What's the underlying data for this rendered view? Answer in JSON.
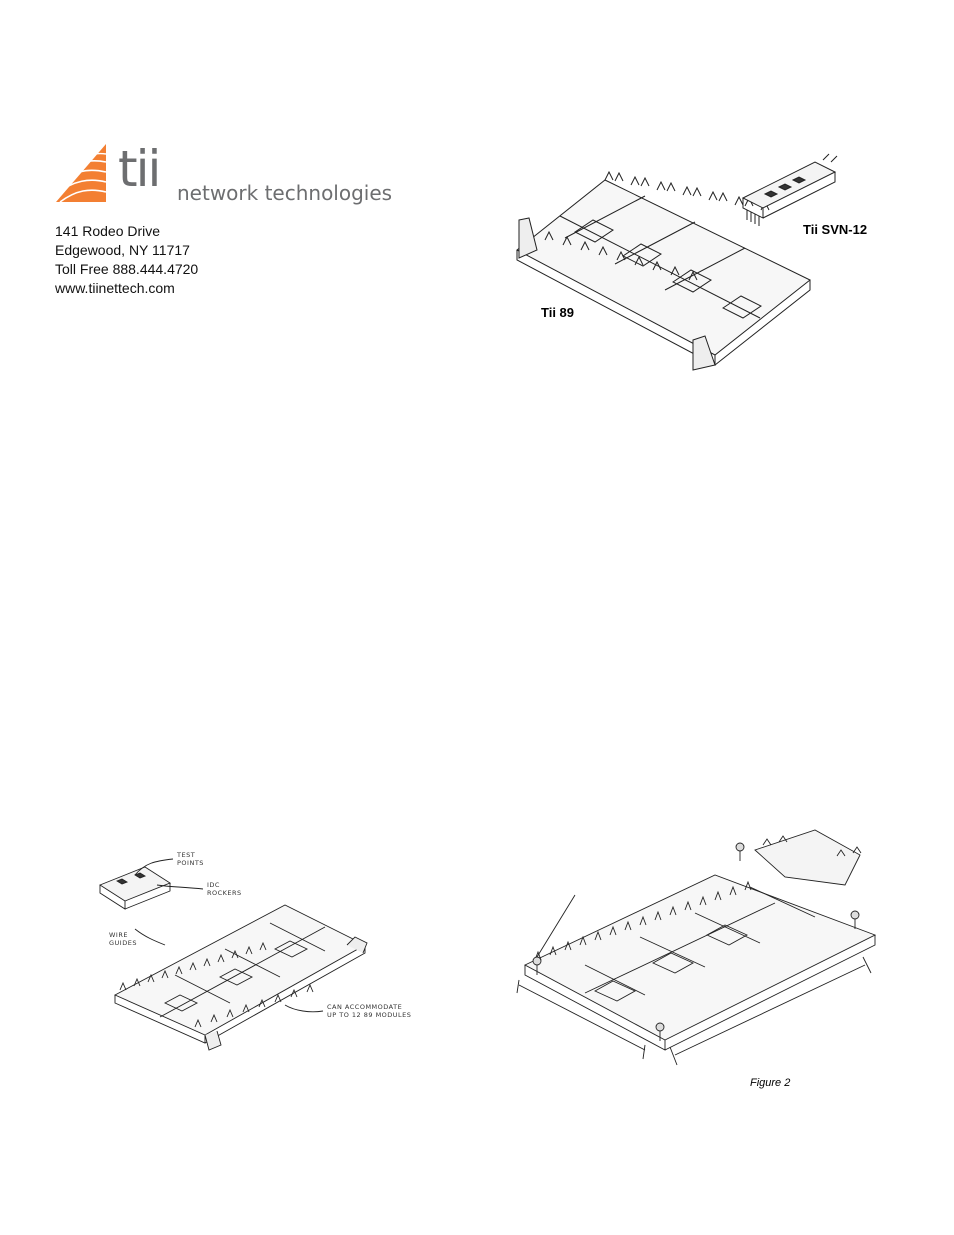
{
  "header": {
    "logo": {
      "icon": "tii-orange-swoosh-logo",
      "brand_main": "tii",
      "brand_sub": "network technologies",
      "accent_color": "#f37f32",
      "text_color": "#6d6e70"
    },
    "address": {
      "line1": "141 Rodeo Drive",
      "line2": "Edgewood, NY 11717",
      "line3": "Toll Free 888.444.4720",
      "line4": "www.tiinettech.com"
    }
  },
  "figure_top": {
    "label_tray": "Tii 89",
    "label_module": "Tii SVN-12"
  },
  "figure_left": {
    "callout_test_points_1": "TEST",
    "callout_test_points_2": "POINTS",
    "callout_idc_1": "IDC",
    "callout_idc_2": "ROCKERS",
    "callout_wire_1": "WIRE",
    "callout_wire_2": "GUIDES",
    "callout_capacity_1": "CAN  ACCOMMODATE",
    "callout_capacity_2": "UP  TO  12  89  MODULES"
  },
  "figure_right": {
    "caption": "Figure 2"
  }
}
